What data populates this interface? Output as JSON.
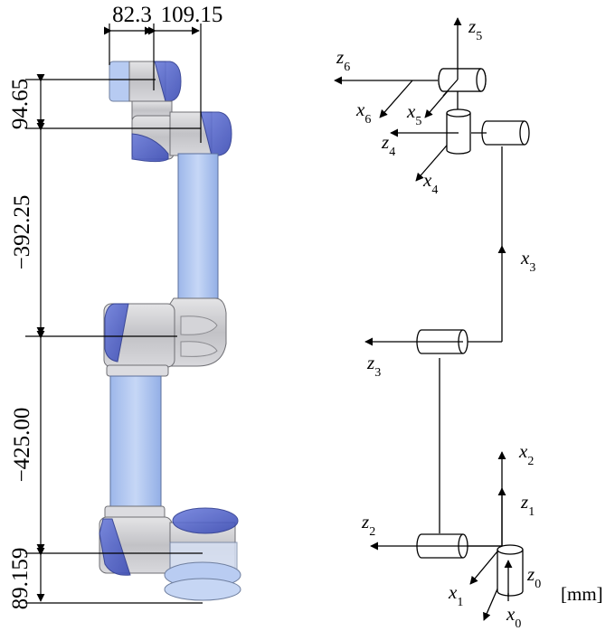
{
  "figure": {
    "title": "UR5 robot arm dimensions and D-H coordinate frames",
    "unit_label": "[mm]",
    "colors": {
      "joint_blue": "#4a5bc4",
      "link_blue": "#a9c3f0",
      "body_gray": "#c9c9cc",
      "line": "#000000"
    }
  },
  "dimensions": {
    "horizontal": [
      {
        "id": "d_82_3",
        "label": "82.3"
      },
      {
        "id": "d_109_15",
        "label": "109.15"
      }
    ],
    "vertical": [
      {
        "id": "d_94_65",
        "label": "94.65"
      },
      {
        "id": "d_392_25",
        "label": "−392.25"
      },
      {
        "id": "d_425_00",
        "label": "−425.00"
      },
      {
        "id": "d_89_159",
        "label": "89.159"
      }
    ]
  },
  "frames": {
    "z6": {
      "base": "z",
      "sub": "6"
    },
    "x6": {
      "base": "x",
      "sub": "6"
    },
    "z5": {
      "base": "z",
      "sub": "5"
    },
    "x5": {
      "base": "x",
      "sub": "5"
    },
    "z4": {
      "base": "z",
      "sub": "4"
    },
    "x4": {
      "base": "x",
      "sub": "4"
    },
    "x3": {
      "base": "x",
      "sub": "3"
    },
    "z3": {
      "base": "z",
      "sub": "3"
    },
    "x2": {
      "base": "x",
      "sub": "2"
    },
    "z2": {
      "base": "z",
      "sub": "2"
    },
    "z1": {
      "base": "z",
      "sub": "1"
    },
    "x1": {
      "base": "x",
      "sub": "1"
    },
    "z0": {
      "base": "z",
      "sub": "0"
    },
    "x0": {
      "base": "x",
      "sub": "0"
    }
  }
}
